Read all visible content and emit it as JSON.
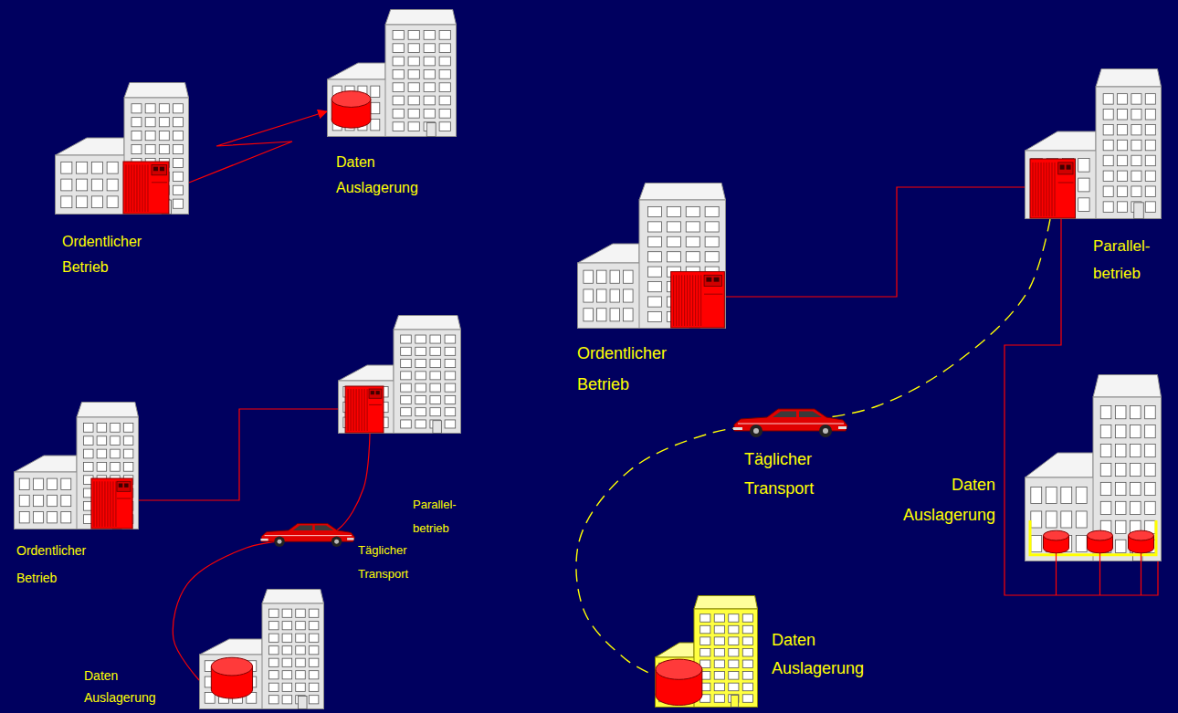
{
  "diagram": {
    "nodes": [
      {
        "text": [
          "Ordentlicher Betrieb"
        ]
      },
      {
        "text": [
          "Daten Auslagerung"
        ]
      },
      {
        "text": [
          "Ordentlicher Betrieb"
        ]
      },
      {
        "text": [
          "Parallel- betrieb"
        ]
      },
      {
        "text": [
          "Daten Auslagerung"
        ]
      },
      {
        "text": [
          "Ordentlicher Betrieb"
        ]
      },
      {
        "text": [
          "Parallel- betrieb"
        ]
      },
      {
        "text": [
          "Daten Auslagerung"
        ]
      },
      {
        "text": [
          "Daten Auslagerung"
        ]
      }
    ],
    "edges": [
      {
        "from": 0,
        "to": 1,
        "arrow": "to"
      },
      {
        "from": 2,
        "to": 3,
        "arrow": "none"
      },
      {
        "from": 3,
        "to": 4,
        "label": "Täglicher Transport",
        "arrow": "none"
      },
      {
        "from": 5,
        "to": 6,
        "arrow": "none"
      },
      {
        "from": 6,
        "to": 7,
        "arrow": "none"
      },
      {
        "from": 6,
        "to": 8,
        "label": "Täglicher Transport",
        "arrow": "none"
      }
    ]
  }
}
